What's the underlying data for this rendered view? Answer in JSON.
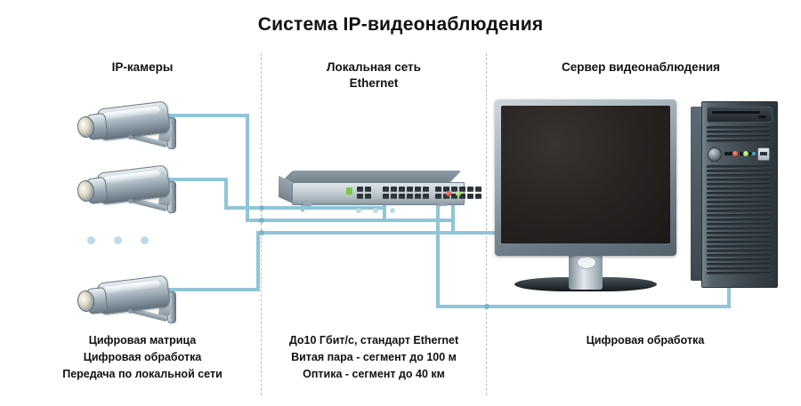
{
  "title": "Система IP-видеонаблюдения",
  "columns": {
    "cameras": {
      "heading": "IP-камеры"
    },
    "network": {
      "heading_line1": "Локальная сеть",
      "heading_line2": "Ethernet"
    },
    "server": {
      "heading": "Сервер видеонаблюдения"
    }
  },
  "captions": {
    "cameras": {
      "line1": "Цифровая матрица",
      "line2": "Цифровая обработка",
      "line3": "Передача по локальной сети"
    },
    "network": {
      "line1": "До10 Гбит/с, стандарт Ethernet",
      "line2": "Витая пара - сегмент до 100 м",
      "line3": "Оптика - сегмент до 40 км"
    },
    "server": {
      "line1": "Цифровая обработка"
    }
  },
  "devices": {
    "camera_count_shown": 3,
    "camera_label": "ip-camera",
    "switch_label": "ethernet-switch",
    "switch_port_count": 28,
    "monitor_label": "server-monitor",
    "tower_label": "server-tower"
  },
  "colors": {
    "cable": "#8fc5d9",
    "divider": "#bdbdbd",
    "ellipsis_dot": "#bcdcea",
    "led_red": "#d83a2a",
    "led_green": "#7ac943",
    "led_amber": "#d9c33a",
    "led_blue": "#4aa8d8",
    "text": "#111111",
    "background": "#ffffff"
  }
}
